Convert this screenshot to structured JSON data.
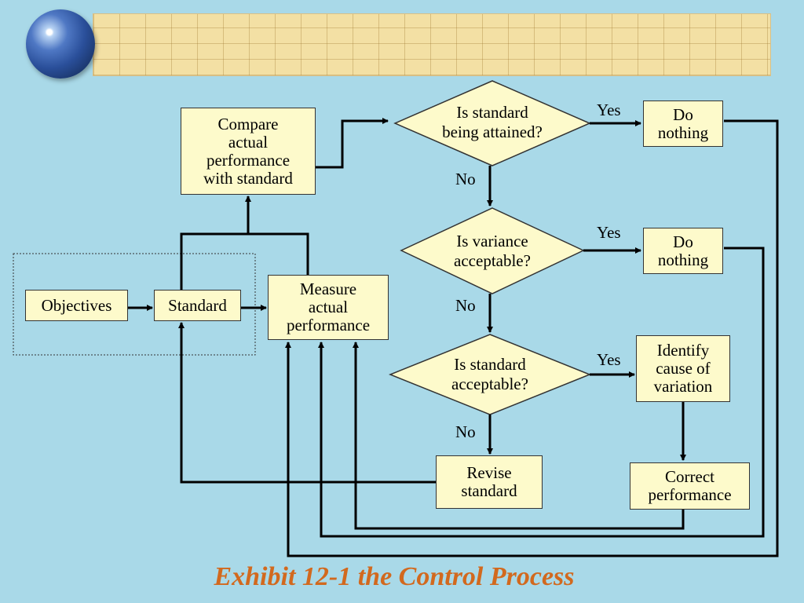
{
  "nodes": {
    "compare": "Compare\nactual\nperformance\nwith standard",
    "objectives": "Objectives",
    "standard": "Standard",
    "measure": "Measure\nactual\nperformance",
    "decision_attained": "Is standard\nbeing attained?",
    "decision_variance": "Is variance\nacceptable?",
    "decision_standard": "Is standard\nacceptable?",
    "do_nothing_1": "Do\nnothing",
    "do_nothing_2": "Do\nnothing",
    "identify": "Identify\ncause of\nvariation",
    "revise": "Revise\nstandard",
    "correct": "Correct\nperformance"
  },
  "labels": {
    "yes1": "Yes",
    "yes2": "Yes",
    "yes3": "Yes",
    "no1": "No",
    "no2": "No",
    "no3": "No"
  },
  "title": "Exhibit 12-1 the Control Process",
  "colors": {
    "background": "#a9d9e8",
    "box_fill": "#fdfacb",
    "title": "#d2691e"
  }
}
